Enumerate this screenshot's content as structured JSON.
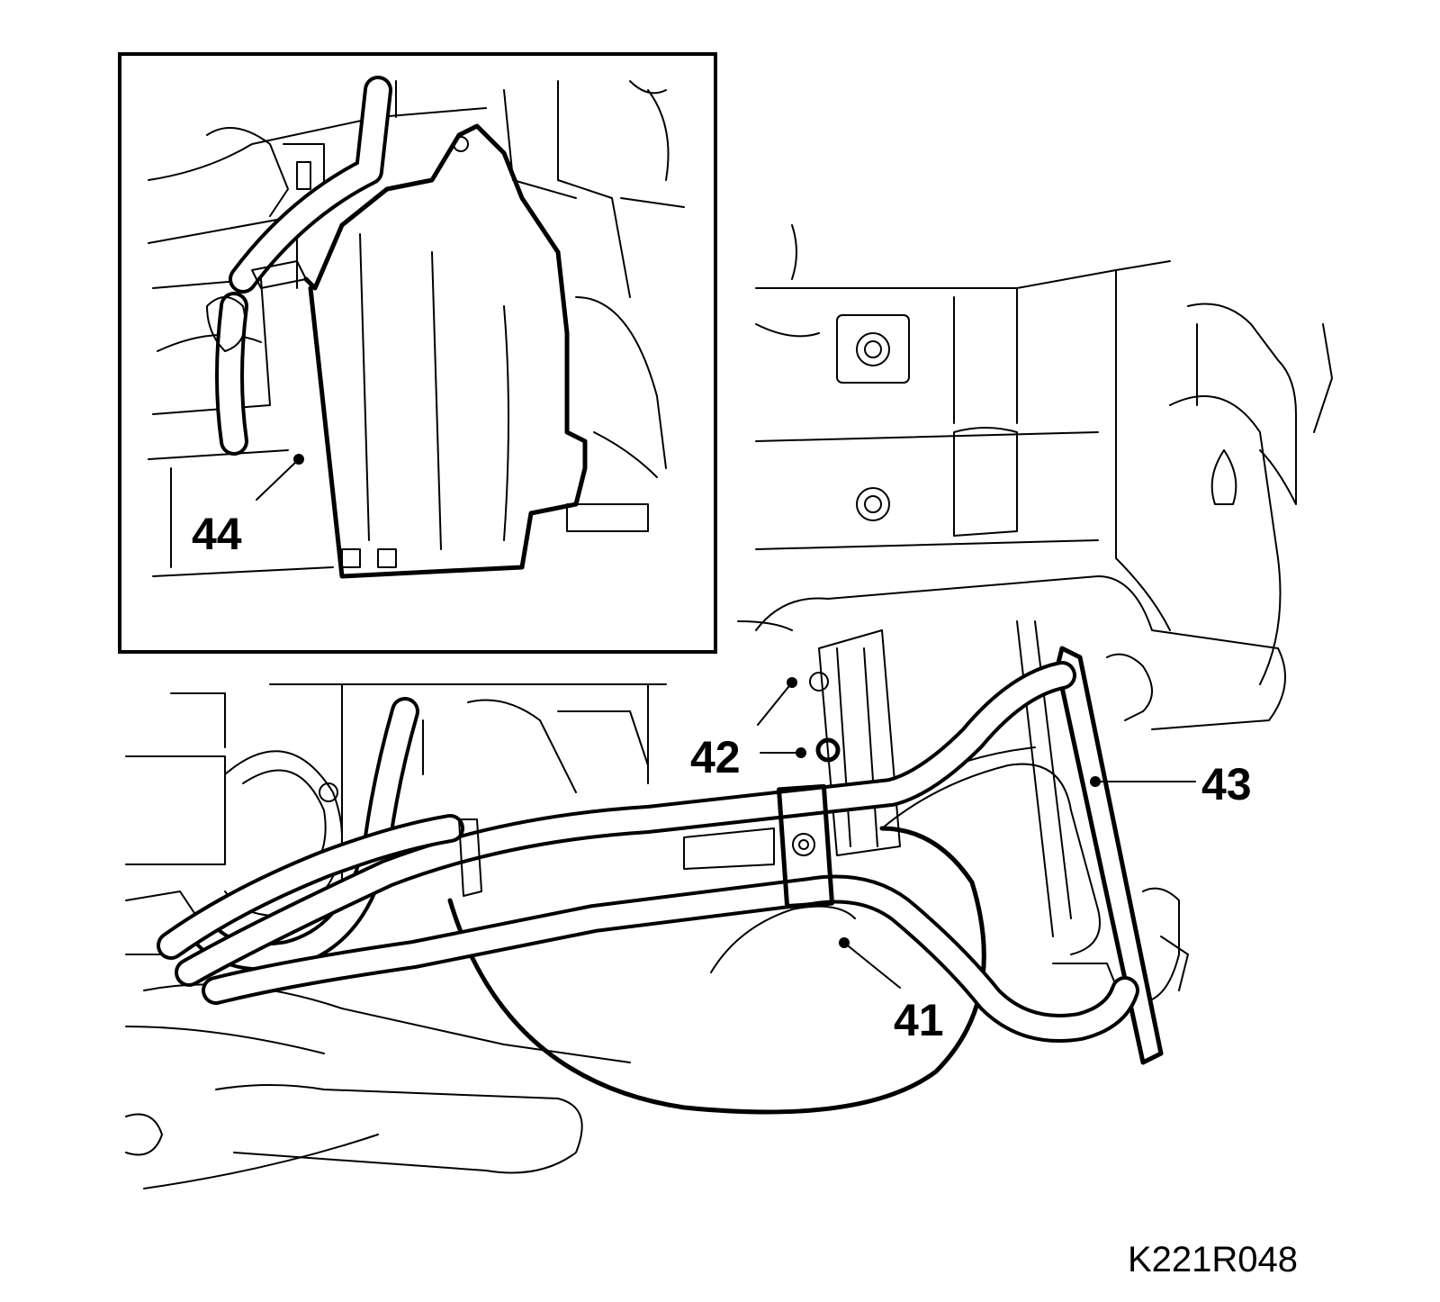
{
  "callouts": {
    "c41": "41",
    "c42": "42",
    "c43": "43",
    "c44": "44"
  },
  "figure_code": "K221R048"
}
